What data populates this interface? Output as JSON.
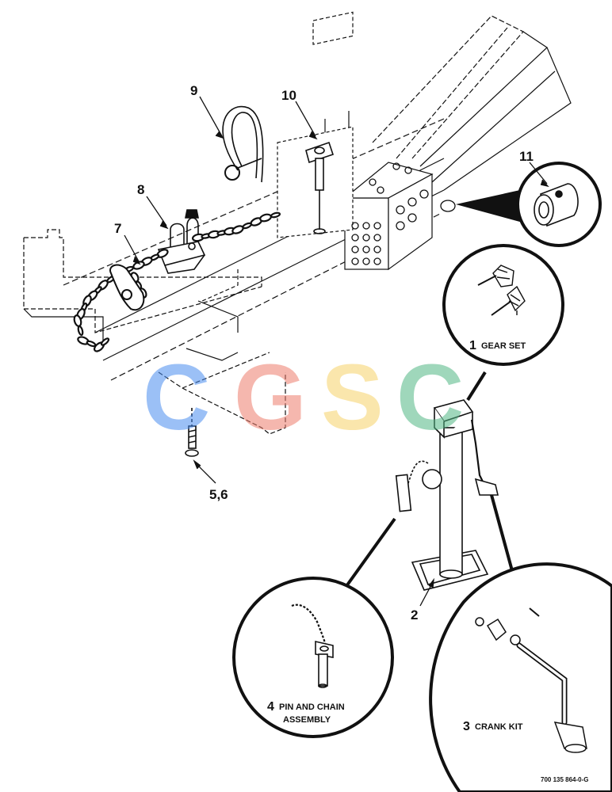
{
  "callouts": {
    "c9": "9",
    "c10": "10",
    "c8": "8",
    "c7": "7",
    "c11": "11",
    "c56": "5,6",
    "c2": "2"
  },
  "details": {
    "gear_set": {
      "number": "1",
      "label": "GEAR SET"
    },
    "pin_chain": {
      "number": "4",
      "label_line1": "PIN AND CHAIN",
      "label_line2": "ASSEMBLY"
    },
    "crank_kit": {
      "number": "3",
      "label": "CRANK KIT"
    }
  },
  "footer": {
    "figure_code": "700 135 864-0-G"
  },
  "watermark": {
    "letters": [
      "C",
      "G",
      "S",
      "C"
    ],
    "colors": [
      "#4a8df0",
      "#ee7d6c",
      "#f6d36a",
      "#52b784"
    ]
  },
  "colors": {
    "ink": "#111111",
    "paper": "#ffffff"
  }
}
